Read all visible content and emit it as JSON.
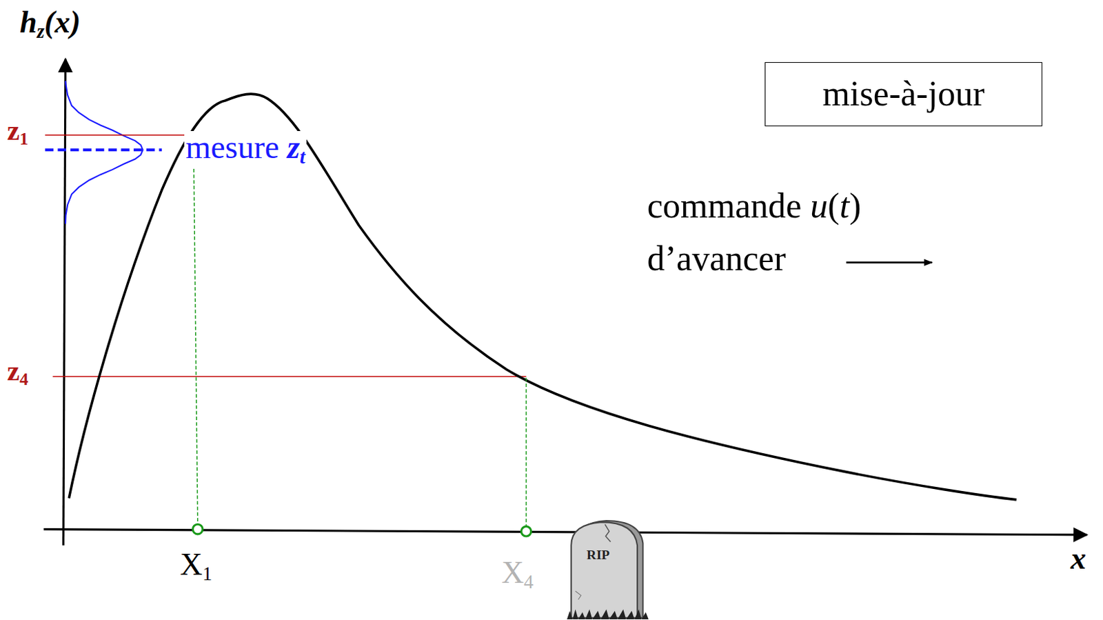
{
  "diagram": {
    "nodes": [
      {
        "text": [
          "mise-à-jour"
        ]
      }
    ],
    "labels": [
      "hz(x)",
      "z1",
      "mesure zt",
      "z4",
      "commande u(t)",
      "d’avancer",
      "X1",
      "X4",
      "RIP",
      "x"
    ]
  }
}
